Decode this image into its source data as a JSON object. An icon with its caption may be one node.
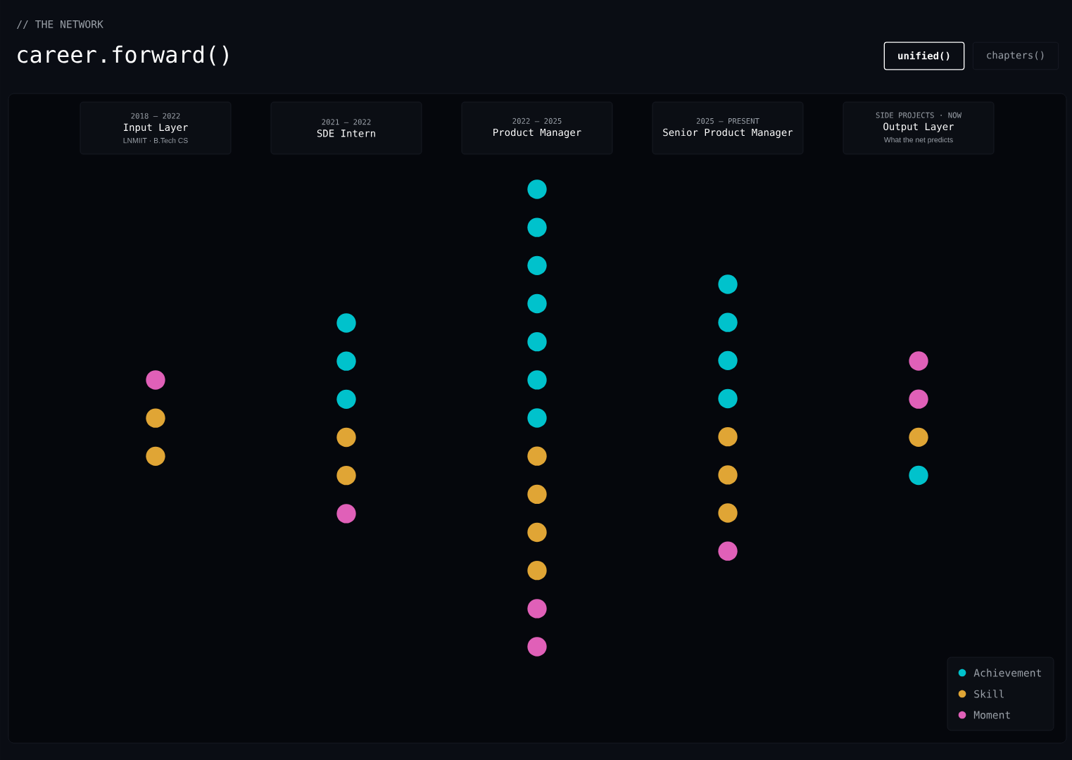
{
  "diagram": {
    "title": "career.forward()",
    "nodes": [
      {
        "text": [
          "2018 – 2022",
          "Input Layer",
          "LNMIIT · B.Tech CS"
        ]
      },
      {
        "text": [
          "2021 – 2022",
          "SDE Intern"
        ]
      },
      {
        "text": [
          "2022 – 2025",
          "Product Manager"
        ]
      },
      {
        "text": [
          "2025 – PRESENT",
          "Senior Product Manager"
        ]
      },
      {
        "text": [
          "SIDE PROJECTS · NOW",
          "Output Layer",
          "What the net predicts"
        ]
      },
      {
        "text": [],
        "shape": "circle"
      },
      {
        "text": [],
        "shape": "circle"
      },
      {
        "text": [],
        "shape": "circle"
      },
      {
        "text": [],
        "shape": "circle"
      },
      {
        "text": [],
        "shape": "circle"
      },
      {
        "text": [],
        "shape": "circle"
      },
      {
        "text": [],
        "shape": "circle"
      },
      {
        "text": [],
        "shape": "circle"
      },
      {
        "text": [],
        "shape": "circle"
      },
      {
        "text": [],
        "shape": "circle"
      },
      {
        "text": [],
        "shape": "circle"
      },
      {
        "text": [],
        "shape": "circle"
      },
      {
        "text": [],
        "shape": "circle"
      },
      {
        "text": [],
        "shape": "circle"
      },
      {
        "text": [],
        "shape": "circle"
      },
      {
        "text": [],
        "shape": "circle"
      },
      {
        "text": [],
        "shape": "circle"
      },
      {
        "text": [],
        "shape": "circle"
      },
      {
        "text": [],
        "shape": "circle"
      },
      {
        "text": [],
        "shape": "circle"
      },
      {
        "text": [],
        "shape": "circle"
      },
      {
        "text": [],
        "shape": "circle"
      },
      {
        "text": [],
        "shape": "circle"
      },
      {
        "text": [],
        "shape": "circle"
      },
      {
        "text": [],
        "shape": "circle"
      },
      {
        "text": [],
        "shape": "circle"
      },
      {
        "text": [],
        "shape": "circle"
      },
      {
        "text": [],
        "shape": "circle"
      },
      {
        "text": [],
        "shape": "circle"
      },
      {
        "text": [],
        "shape": "circle"
      },
      {
        "text": [],
        "shape": "circle"
      },
      {
        "text": [],
        "shape": "circle"
      },
      {
        "text": [],
        "shape": "circle"
      },
      {
        "text": [],
        "shape": "circle"
      }
    ],
    "labels": [
      "// THE NETWORK",
      "unified()",
      "chapters()"
    ],
    "legend": [
      {
        "text": "Achievement",
        "color": "#00c2cc"
      },
      {
        "text": "Skill",
        "color": "#e0a535"
      },
      {
        "text": "Moment",
        "color": "#e060b8"
      }
    ]
  }
}
